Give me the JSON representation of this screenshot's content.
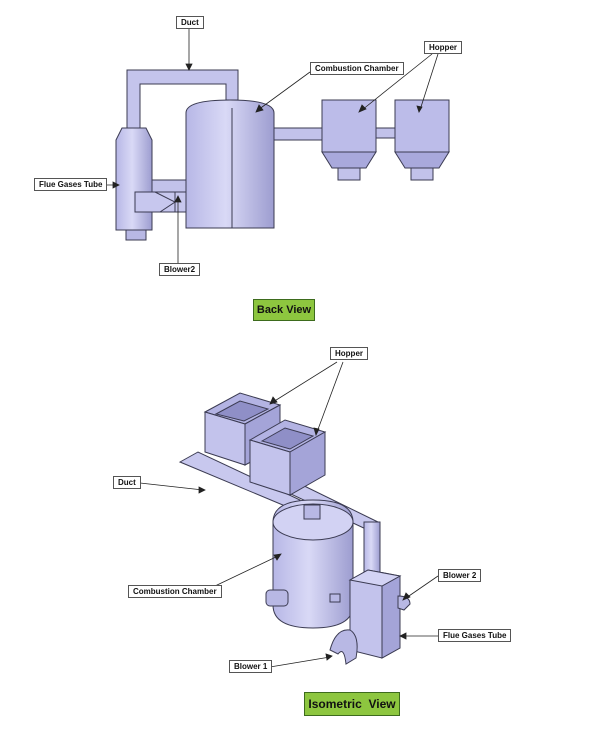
{
  "colors": {
    "body": "#c9c9ee",
    "shade": "#a3a3d6",
    "edge": "#3b3b52",
    "badge": "#8dc63f"
  },
  "back_view": {
    "title": "Back View",
    "labels": {
      "duct": "Duct",
      "combustion_chamber": "Combustion Chamber",
      "hopper": "Hopper",
      "flue_gases_tube": "Flue Gases Tube",
      "blower2": "Blower2"
    }
  },
  "isometric_view": {
    "title": "Isometric  View",
    "labels": {
      "hopper": "Hopper",
      "duct": "Duct",
      "combustion_chamber": "Combustion Chamber",
      "blower2": "Blower 2",
      "flue_gases_tube": "Flue Gases Tube",
      "blower1": "Blower 1"
    }
  }
}
